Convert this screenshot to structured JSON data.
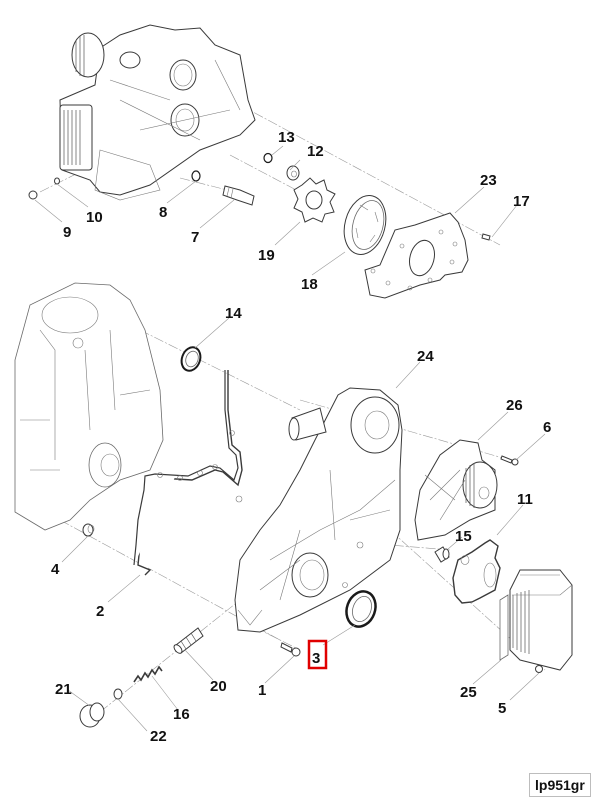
{
  "diagram": {
    "type": "exploded-parts-diagram",
    "subject": "Engine front timing cover assembly with oil pump, water pump and oil cooler",
    "reference_code": "lp951gr",
    "highlight_color": "#e00000",
    "highlighted_part": "3",
    "callouts": [
      {
        "id": "1",
        "part": "cover bolt"
      },
      {
        "id": "2",
        "part": "front cover gasket"
      },
      {
        "id": "3",
        "part": "crankshaft front oil seal",
        "highlighted": true
      },
      {
        "id": "4",
        "part": "dowel sleeve"
      },
      {
        "id": "5",
        "part": "oil cooler bolt"
      },
      {
        "id": "6",
        "part": "water pump bolt"
      },
      {
        "id": "7",
        "part": "sensor"
      },
      {
        "id": "8",
        "part": "o-ring"
      },
      {
        "id": "9",
        "part": "plug"
      },
      {
        "id": "10",
        "part": "washer"
      },
      {
        "id": "11",
        "part": "oil cooler gasket"
      },
      {
        "id": "12",
        "part": "bushing"
      },
      {
        "id": "13",
        "part": "o-ring"
      },
      {
        "id": "14",
        "part": "oil seal"
      },
      {
        "id": "15",
        "part": "sleeve"
      },
      {
        "id": "16",
        "part": "spring"
      },
      {
        "id": "17",
        "part": "screw"
      },
      {
        "id": "18",
        "part": "oil pump outer rotor"
      },
      {
        "id": "19",
        "part": "oil pump inner rotor"
      },
      {
        "id": "20",
        "part": "relief valve piston"
      },
      {
        "id": "21",
        "part": "plug"
      },
      {
        "id": "22",
        "part": "sealing ring"
      },
      {
        "id": "23",
        "part": "oil pump cover"
      },
      {
        "id": "24",
        "part": "front timing cover"
      },
      {
        "id": "25",
        "part": "oil cooler"
      },
      {
        "id": "26",
        "part": "water pump"
      }
    ]
  },
  "labels": {
    "c1": "1",
    "c2": "2",
    "c3": "3",
    "c4": "4",
    "c5": "5",
    "c6": "6",
    "c7": "7",
    "c8": "8",
    "c9": "9",
    "c10": "10",
    "c11": "11",
    "c12": "12",
    "c13": "13",
    "c14": "14",
    "c15": "15",
    "c16": "16",
    "c17": "17",
    "c18": "18",
    "c19": "19",
    "c20": "20",
    "c21": "21",
    "c22": "22",
    "c23": "23",
    "c24": "24",
    "c25": "25",
    "c26": "26"
  }
}
